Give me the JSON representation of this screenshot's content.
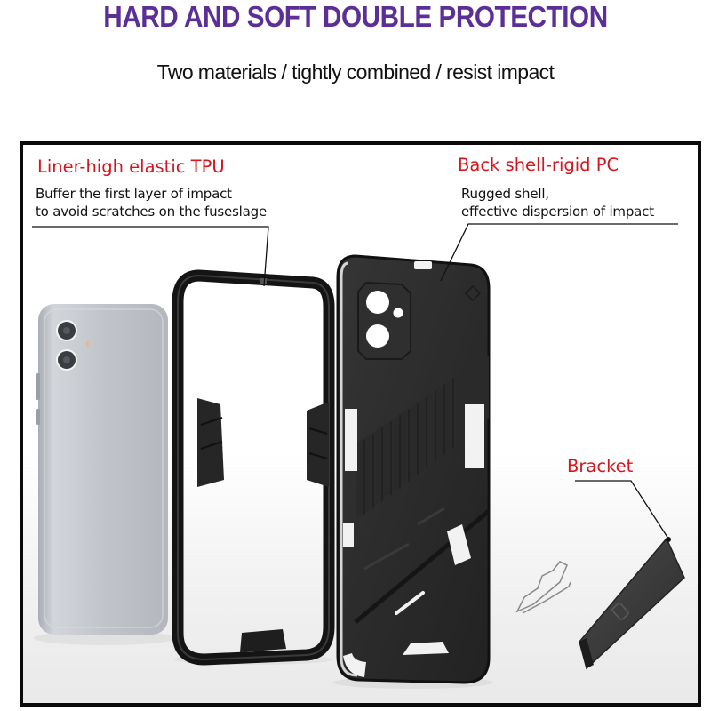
{
  "header": {
    "title": "HARD AND SOFT  DOUBLE PROTECTION",
    "subtitle": "Two materials / tightly combined / resist impact"
  },
  "callouts": {
    "liner": {
      "label": "Liner-high elastic TPU",
      "desc_line1": "Buffer the first layer of impact",
      "desc_line2": "to avoid scratches on the fuseslage"
    },
    "shell": {
      "label": "Back shell-rigid PC",
      "desc_line1": "Rugged shell,",
      "desc_line2": "effective dispersion of impact"
    },
    "bracket": {
      "label": "Bracket"
    }
  },
  "colors": {
    "title": "#5b2f96",
    "label_red": "#d4161f",
    "border": "#0a0a0a",
    "phone": "#bfc2c8",
    "case": "#2a2a2a"
  },
  "products": [
    "phone",
    "tpu-liner-frame",
    "pc-back-shell",
    "metal-hinge",
    "kickstand-bracket"
  ]
}
